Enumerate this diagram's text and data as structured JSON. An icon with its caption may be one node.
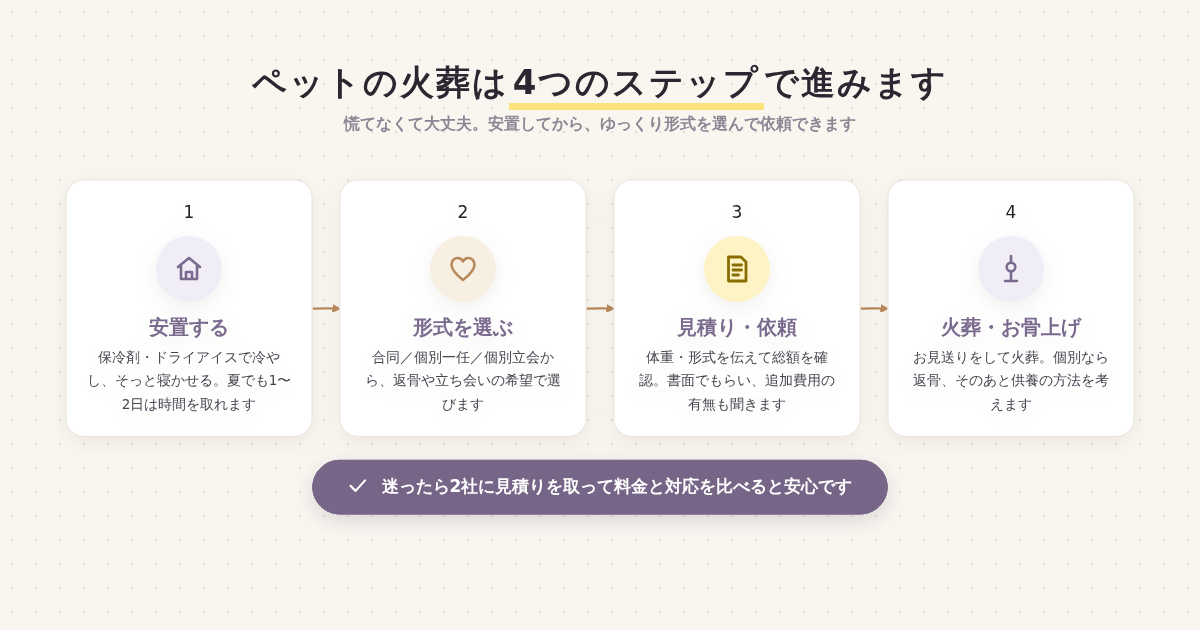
{
  "diagram": {
    "title": "ペットの火葬は**4つのステップ**で進みます",
    "nodes": [
      {
        "text": [
          "1",
          "安置する",
          "保冷剤・ドライアイスで冷やし、そっと寝かせる。夏でも1〜2日は時間を取れます"
        ]
      },
      {
        "text": [
          "2",
          "形式を選ぶ",
          "合同／個別一任／個別立会から、返骨や立ち会いの希望で選びます"
        ]
      },
      {
        "text": [
          "3",
          "見積り・依頼",
          "体重・形式を伝えて総額を確認。書面でもらい、追加費用の有無も聞きます"
        ]
      },
      {
        "text": [
          "4",
          "火葬・お骨上げ",
          "お見送りをして火葬。個別なら返骨、そのあと供養の方法を考えます"
        ]
      },
      {
        "text": [
          "迷ったら2社に見積りを取って料金と対応を比べると安心です"
        ]
      }
    ],
    "edges": [
      {
        "from": 0,
        "to": 1,
        "arrow": "to"
      },
      {
        "from": 1,
        "to": 2,
        "arrow": "to"
      },
      {
        "from": 2,
        "to": 3,
        "arrow": "to"
      }
    ],
    "labels": [
      "慌てなくて大丈夫。安置してから、ゆっくり形式を選んで依頼できます"
    ]
  }
}
